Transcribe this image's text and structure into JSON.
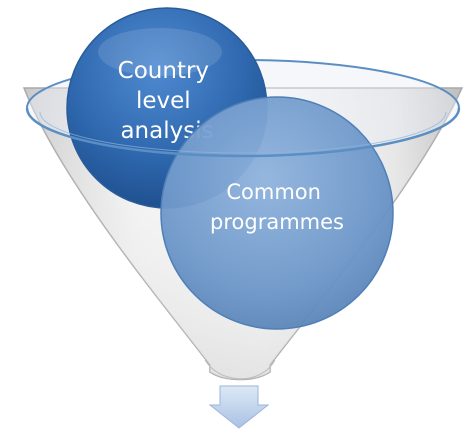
{
  "diagram": {
    "type": "funnel",
    "inputs": [
      {
        "label_lines": [
          "Country",
          "level",
          "analysis"
        ]
      },
      {
        "label_lines": [
          "Common",
          "programmes"
        ]
      }
    ],
    "output_arrow": "down-arrow-icon",
    "colors": {
      "funnel_fill": "#ececec",
      "funnel_rim": "#5b8fc4",
      "country_bubble": "#2e67ad",
      "common_bubble": "#6d97c9",
      "arrow": "#c8d8ee"
    }
  }
}
